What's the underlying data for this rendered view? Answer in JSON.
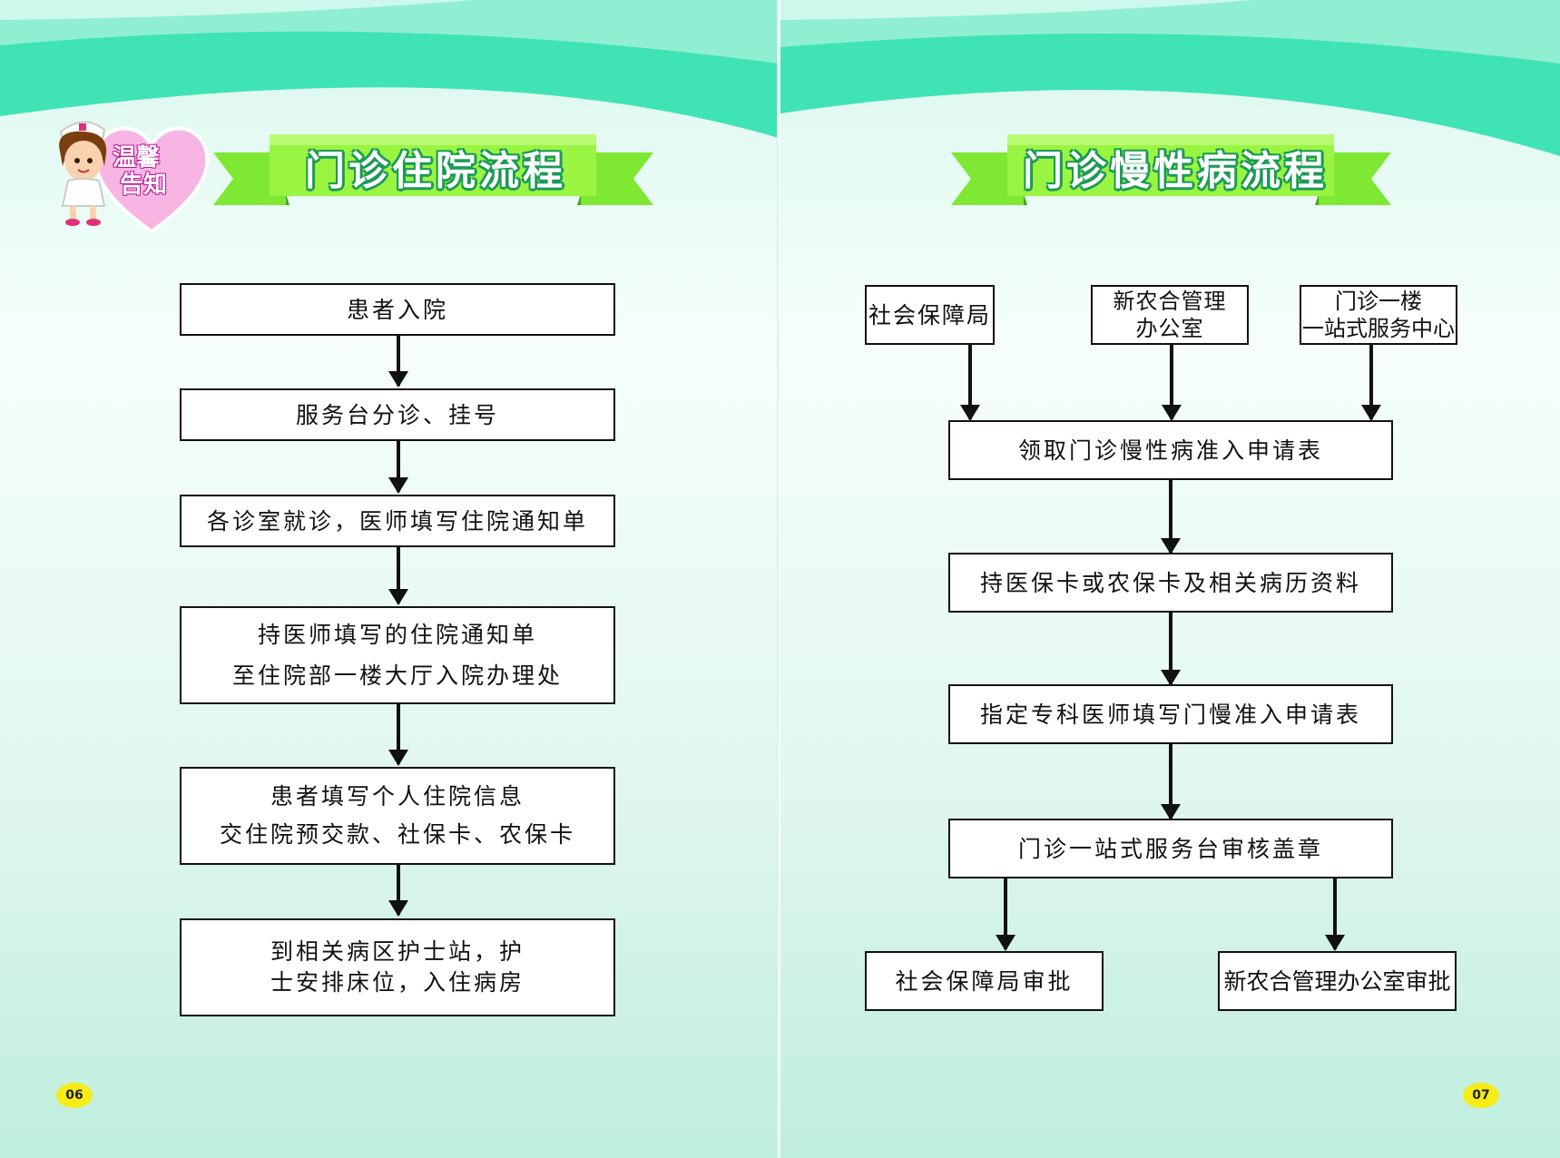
{
  "badge": {
    "line1": "温馨",
    "line2": "告知"
  },
  "left_page": {
    "title": "门诊住院流程",
    "page_number": "06",
    "steps": [
      {
        "lines": [
          "患者入院"
        ]
      },
      {
        "lines": [
          "服务台分诊、挂号"
        ]
      },
      {
        "lines": [
          "各诊室就诊，医师填写住院通知单"
        ]
      },
      {
        "lines": [
          "持医师填写的住院通知单",
          "至住院部一楼大厅入院办理处"
        ]
      },
      {
        "lines": [
          "患者填写个人住院信息",
          "交住院预交款、社保卡、农保卡"
        ]
      },
      {
        "lines": [
          "到相关病区护士站，护",
          "士安排床位，入住病房"
        ]
      }
    ]
  },
  "right_page": {
    "title": "门诊慢性病流程",
    "page_number": "07",
    "sources": [
      {
        "lines": [
          "社会保障局"
        ]
      },
      {
        "lines": [
          "新农合管理",
          "办公室"
        ]
      },
      {
        "lines": [
          "门诊一楼",
          "一站式服务中心"
        ]
      }
    ],
    "steps": [
      {
        "lines": [
          "领取门诊慢性病准入申请表"
        ]
      },
      {
        "lines": [
          "持医保卡或农保卡及相关病历资料"
        ]
      },
      {
        "lines": [
          "指定专科医师填写门慢准入申请表"
        ]
      },
      {
        "lines": [
          "门诊一站式服务台审核盖章"
        ]
      }
    ],
    "outcomes": [
      {
        "lines": [
          "社会保障局审批"
        ]
      },
      {
        "lines": [
          "新农合管理办公室审批"
        ]
      }
    ]
  },
  "colors": {
    "wave": "#3fe3b6",
    "banner": "#9af542",
    "banner_dark": "#57d21f",
    "title_outline": "#1b9a57",
    "heart": "#f7b5e3",
    "page_badge": "#f5ec18"
  }
}
